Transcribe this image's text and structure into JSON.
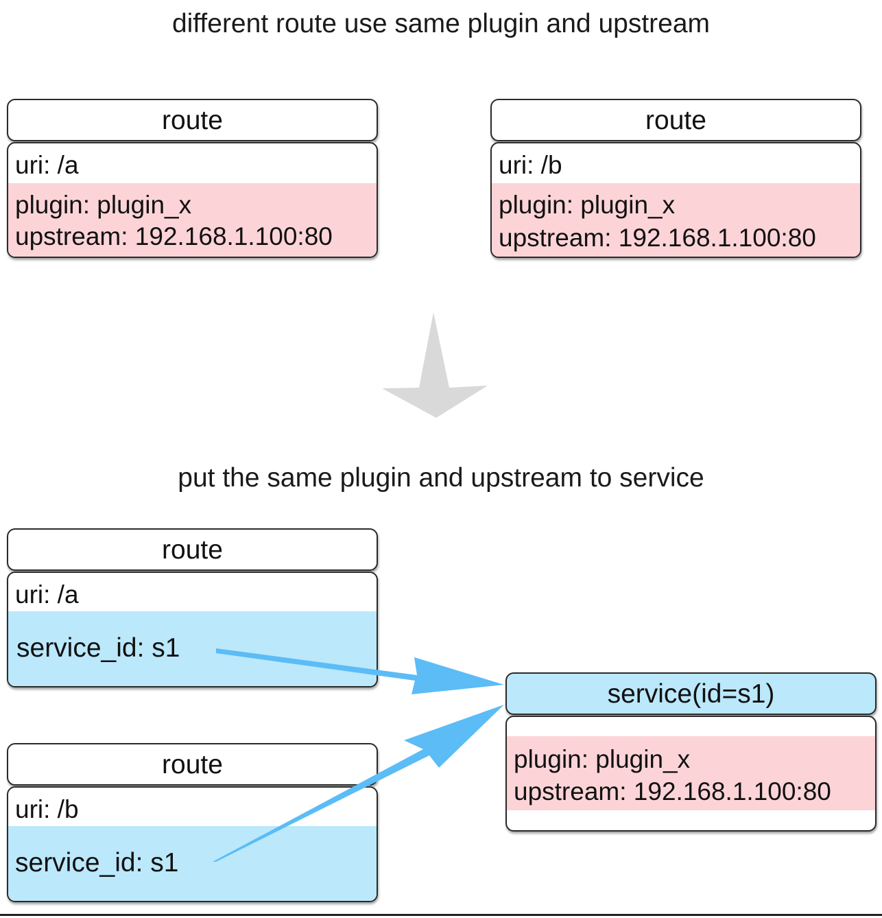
{
  "captions": {
    "top": "different route use same plugin and upstream",
    "middle": "put the same plugin and upstream to service"
  },
  "top_routes": [
    {
      "title": "route",
      "uri": "uri: /a",
      "plugin": "plugin: plugin_x",
      "upstream": "upstream: 192.168.1.100:80"
    },
    {
      "title": "route",
      "uri": "uri: /b",
      "plugin": "plugin: plugin_x",
      "upstream": "upstream: 192.168.1.100:80"
    }
  ],
  "bottom_routes": [
    {
      "title": "route",
      "uri": "uri: /a",
      "service_id": "service_id: s1"
    },
    {
      "title": "route",
      "uri": "uri: /b",
      "service_id": "service_id: s1"
    }
  ],
  "service": {
    "title": "service(id=s1)",
    "plugin": "plugin: plugin_x",
    "upstream": "upstream: 192.168.1.100:80"
  },
  "colors": {
    "plugin_band": "#fcd4d8",
    "service_band": "#bbe8fb",
    "link_arrow": "#5bbcf6",
    "transform_arrow": "#d9d9d9",
    "border": "#2a2a2a"
  }
}
